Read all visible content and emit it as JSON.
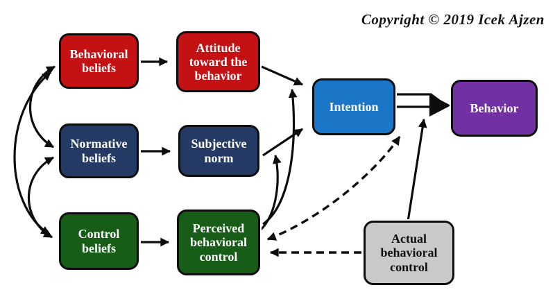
{
  "header": {
    "copyright": "Copyright © 2019 Icek Ajzen"
  },
  "colors": {
    "red": "#C41114",
    "navy": "#243A64",
    "green": "#175C17",
    "blue": "#1B76C8",
    "purple": "#7231A2",
    "gray": "#C9C9C9",
    "line": "#0d0d0d",
    "background": "#ffffff"
  },
  "boxes": [
    {
      "id": "behavioral-beliefs",
      "label": "Behavioral beliefs",
      "color": "#C41114",
      "text_color": "#ffffff"
    },
    {
      "id": "attitude-toward-the-behavior",
      "label": "Attitude toward the behavior",
      "color": "#C41114",
      "text_color": "#ffffff"
    },
    {
      "id": "normative-beliefs",
      "label": "Normative beliefs",
      "color": "#243A64",
      "text_color": "#ffffff"
    },
    {
      "id": "subjective-norm",
      "label": "Subjective norm",
      "color": "#243A64",
      "text_color": "#ffffff"
    },
    {
      "id": "control-beliefs",
      "label": "Control beliefs",
      "color": "#175C17",
      "text_color": "#ffffff"
    },
    {
      "id": "perceived-behavioral-control",
      "label": "Perceived behavioral control",
      "color": "#175C17",
      "text_color": "#ffffff"
    },
    {
      "id": "intention",
      "label": "Intention",
      "color": "#1B76C8",
      "text_color": "#ffffff"
    },
    {
      "id": "behavior",
      "label": "Behavior",
      "color": "#7231A2",
      "text_color": "#ffffff"
    },
    {
      "id": "actual-behavioral-control",
      "label": "Actual behavioral control",
      "color": "#C9C9C9",
      "text_color": "#101010"
    }
  ],
  "edges": [
    {
      "from": "behavioral-beliefs",
      "to": "attitude-toward-the-behavior",
      "style": "solid",
      "bidirectional": false
    },
    {
      "from": "normative-beliefs",
      "to": "subjective-norm",
      "style": "solid",
      "bidirectional": false
    },
    {
      "from": "control-beliefs",
      "to": "perceived-behavioral-control",
      "style": "solid",
      "bidirectional": false
    },
    {
      "from": "attitude-toward-the-behavior",
      "to": "intention",
      "style": "solid",
      "bidirectional": false
    },
    {
      "from": "subjective-norm",
      "to": "intention",
      "style": "solid",
      "bidirectional": false
    },
    {
      "from": "perceived-behavioral-control",
      "to": "intention",
      "style": "solid-curved",
      "bidirectional": false,
      "lines": 2
    },
    {
      "from": "intention",
      "to": "behavior",
      "style": "hollow-shaft-solid-head",
      "bidirectional": false
    },
    {
      "from": "actual-behavioral-control",
      "to": "intention-behavior-link",
      "style": "solid",
      "bidirectional": false
    },
    {
      "from": "perceived-behavioral-control",
      "to": "intention-behavior-link",
      "style": "dashed",
      "bidirectional": true
    },
    {
      "from": "actual-behavioral-control",
      "to": "perceived-behavioral-control",
      "style": "dashed",
      "bidirectional": false
    },
    {
      "from": "behavioral-beliefs",
      "to": "normative-beliefs",
      "style": "curved",
      "bidirectional": true
    },
    {
      "from": "normative-beliefs",
      "to": "control-beliefs",
      "style": "curved",
      "bidirectional": true
    },
    {
      "from": "behavioral-beliefs",
      "to": "control-beliefs",
      "style": "curved",
      "bidirectional": true
    }
  ]
}
